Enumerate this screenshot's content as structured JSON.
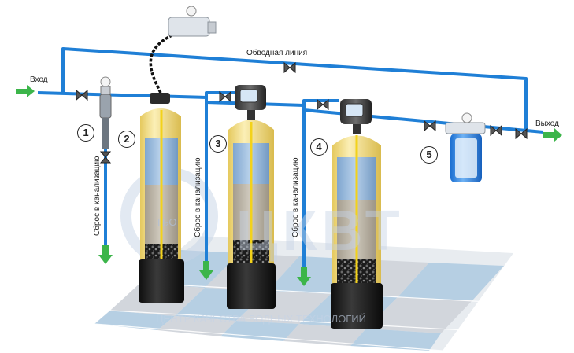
{
  "labels": {
    "inlet": "Вход",
    "outlet": "Выход",
    "bypass": "Обводная линия",
    "drain": "Сброс в канализацию"
  },
  "stages": [
    "1",
    "2",
    "3",
    "4",
    "5"
  ],
  "watermark": {
    "logo": "ЦКВТ",
    "h2o": "H₂O",
    "tagline": "ЦЕНТР КАЧЕСТВА ВОДНЫХ ТЕХНОЛОГИЙ"
  },
  "colors": {
    "pipe": "#1f7fd6",
    "flow_arrow": "#3cb54a",
    "tank_shell": "#f2dd86",
    "media_water": "#8fb4d9",
    "media_sand": "#b9b2a4",
    "tank_base": "#1a1a1a",
    "floor_blue": "#b6cfe3",
    "floor_gray": "#d2d6dc"
  }
}
